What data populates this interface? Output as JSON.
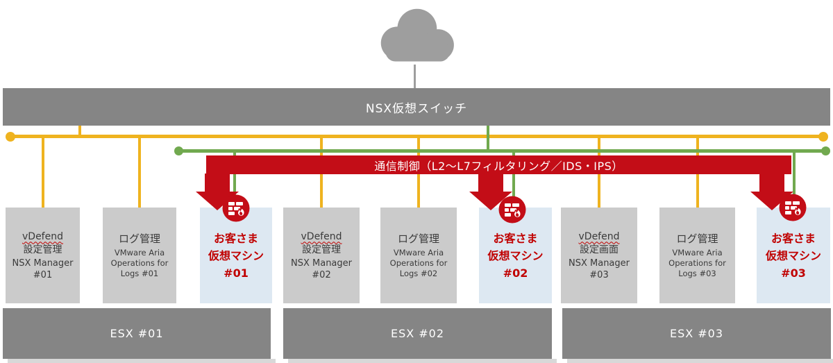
{
  "colors": {
    "yellow": "#EFB31F",
    "green": "#71A94F",
    "red": "#C30D17",
    "red_text": "#C00000",
    "bar_gray": "#858585",
    "box_gray": "#CBCBCB",
    "vm_blue": "#DDE8F2",
    "cloud_gray": "#9E9E9E",
    "text_dark": "#3A3A3A"
  },
  "nsx_bar": {
    "label": "NSX仮想スイッチ"
  },
  "control_bar": {
    "label": "通信制御（L2〜L7フィルタリング／IDS・IPS）"
  },
  "icons": {
    "cloud": "cloud-icon",
    "firewall": "firewall-icon"
  },
  "groups": [
    {
      "esx_label": "ESX #01",
      "mgmt": {
        "lines": [
          "vDefend",
          "設定管理",
          "NSX Manager",
          "#01"
        ]
      },
      "log": {
        "lines": [
          "ログ管理",
          "VMware Aria",
          "Operations for",
          "Logs #01"
        ]
      },
      "vm": {
        "lines": [
          "お客さま",
          "仮想マシン",
          "#01"
        ]
      }
    },
    {
      "esx_label": "ESX #02",
      "mgmt": {
        "lines": [
          "vDefend",
          "設定管理",
          "NSX Manager",
          "#02"
        ]
      },
      "log": {
        "lines": [
          "ログ管理",
          "VMware Aria",
          "Operations for",
          "Logs #02"
        ]
      },
      "vm": {
        "lines": [
          "お客さま",
          "仮想マシン",
          "#02"
        ]
      }
    },
    {
      "esx_label": "ESX #03",
      "mgmt": {
        "lines": [
          "vDefend",
          "設定画面",
          "NSX Manager",
          "#03"
        ]
      },
      "log": {
        "lines": [
          "ログ管理",
          "VMware Aria",
          "Operations for",
          "Logs #03"
        ]
      },
      "vm": {
        "lines": [
          "お客さま",
          "仮想マシン",
          "#03"
        ]
      }
    }
  ]
}
